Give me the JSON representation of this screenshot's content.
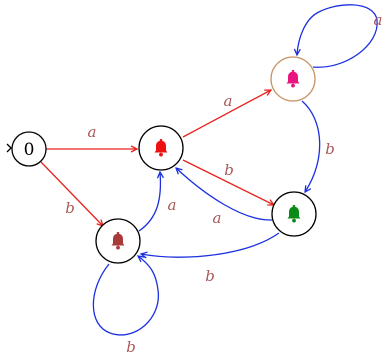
{
  "colors": {
    "red_edge": "#e8211c",
    "blue_edge": "#1c30e0",
    "label": "#a85858",
    "node_border": "#000000",
    "highlight_border": "#c8956a"
  },
  "states": [
    {
      "id": "q0",
      "label": "0",
      "initial": true
    },
    {
      "id": "q1",
      "icon": "bell-icon",
      "icon_color": "#ee1111"
    },
    {
      "id": "q2",
      "icon": "bell-icon",
      "icon_color": "#e8157f",
      "border": "#c8956a"
    },
    {
      "id": "q3",
      "icon": "bell-icon",
      "icon_color": "#0c8a18"
    },
    {
      "id": "q4",
      "icon": "bell-icon",
      "icon_color": "#a83a3a"
    }
  ],
  "transitions": [
    {
      "from": "q0",
      "to": "q1",
      "label": "a",
      "color": "red"
    },
    {
      "from": "q0",
      "to": "q4",
      "label": "b",
      "color": "red"
    },
    {
      "from": "q1",
      "to": "q2",
      "label": "a",
      "color": "red"
    },
    {
      "from": "q1",
      "to": "q3",
      "label": "b",
      "color": "red"
    },
    {
      "from": "q2",
      "to": "q2",
      "label": "a",
      "color": "blue"
    },
    {
      "from": "q2",
      "to": "q3",
      "label": "b",
      "color": "blue"
    },
    {
      "from": "q3",
      "to": "q1",
      "label": "a",
      "color": "blue"
    },
    {
      "from": "q3",
      "to": "q4",
      "label": "b",
      "color": "blue"
    },
    {
      "from": "q4",
      "to": "q1",
      "label": "a",
      "color": "blue"
    },
    {
      "from": "q4",
      "to": "q4",
      "label": "b",
      "color": "blue"
    }
  ]
}
